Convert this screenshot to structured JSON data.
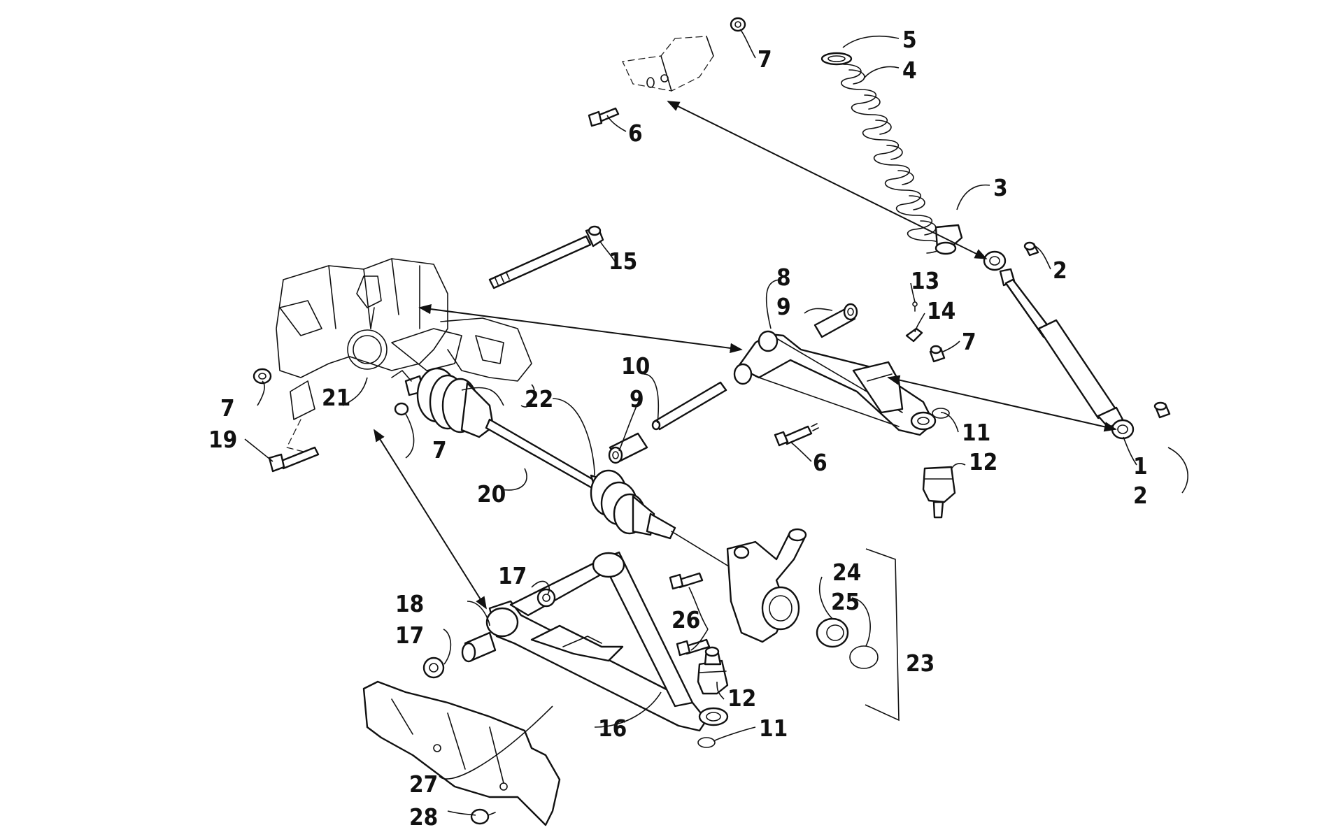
{
  "labels": {
    "l1": "1",
    "l2a": "2",
    "l2b": "2",
    "l3": "3",
    "l4": "4",
    "l5": "5",
    "l6a": "6",
    "l6b": "6",
    "l7a": "7",
    "l7b": "7",
    "l7c": "7",
    "l7d": "7",
    "l8": "8",
    "l9a": "9",
    "l9b": "9",
    "l10": "10",
    "l11a": "11",
    "l11b": "11",
    "l12a": "12",
    "l12b": "12",
    "l13": "13",
    "l14": "14",
    "l15": "15",
    "l16": "16",
    "l17a": "17",
    "l17b": "17",
    "l18": "18",
    "l19": "19",
    "l20": "20",
    "l21": "21",
    "l22": "22",
    "l23": "23",
    "l24": "24",
    "l25": "25",
    "l26": "26",
    "l27": "27",
    "l28": "28"
  },
  "colors": {
    "ink": "#111111",
    "paper": "#ffffff"
  }
}
